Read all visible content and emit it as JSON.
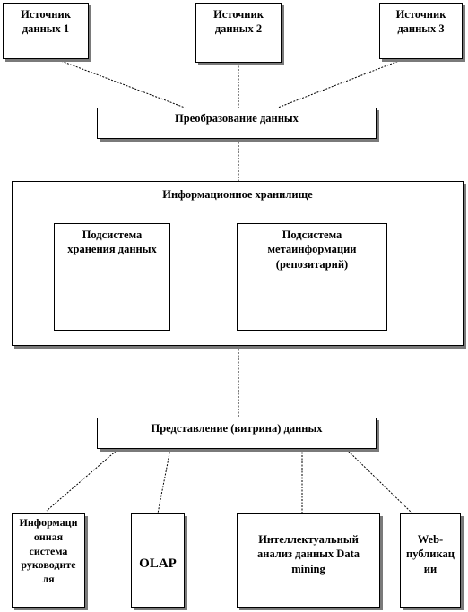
{
  "sources": [
    {
      "line1": "Источник",
      "line2": "данных 1"
    },
    {
      "line1": "Источник",
      "line2": "данных 2"
    },
    {
      "line1": "Источник",
      "line2": "данных 3"
    }
  ],
  "transform": {
    "label": "Преобразование данных"
  },
  "warehouse": {
    "title": "Информационное хранилище",
    "storage": {
      "line1": "Подсистема",
      "line2": "хранения данных"
    },
    "meta": {
      "line1": "Подсистема",
      "line2": "метаинформации",
      "line3": "(репозитарий)"
    }
  },
  "datamart": {
    "label": "Представление (витрина) данных"
  },
  "consumers": {
    "eis": {
      "line1": "Информаци",
      "line2": "онная",
      "line3": "система",
      "line4": "руководите",
      "line5": "ля"
    },
    "olap": {
      "label": "OLAP"
    },
    "mining": {
      "line1": "Интеллектуальный",
      "line2": "анализ данных Data",
      "line3": "mining"
    },
    "web": {
      "line1": "Web-",
      "line2": "публикац",
      "line3": "ии"
    }
  }
}
